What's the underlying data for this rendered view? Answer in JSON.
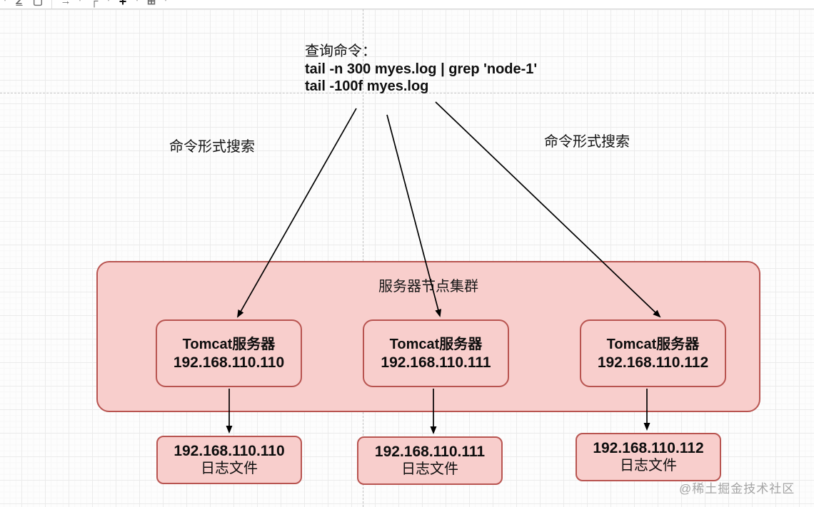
{
  "toolbar": {
    "caret_glyph": "▾",
    "icons": {
      "style_glyph": "Z",
      "shape_glyph": "▢",
      "arrow_glyph": "→",
      "connector_glyph": "┌",
      "add_glyph": "+",
      "table_glyph": "⊞"
    }
  },
  "query": {
    "title": "查询命令：",
    "commands": [
      "tail -n 300 myes.log | grep 'node-1'",
      "tail -100f myes.log"
    ]
  },
  "labels": {
    "left_search": "命令形式搜索",
    "right_search": "命令形式搜索"
  },
  "cluster": {
    "title": "服务器节点集群",
    "fill": "#f8cecc",
    "stroke": "#b85450",
    "servers": [
      {
        "name": "Tomcat服务器",
        "ip": "192.168.110.110"
      },
      {
        "name": "Tomcat服务器",
        "ip": "192.168.110.111"
      },
      {
        "name": "Tomcat服务器",
        "ip": "192.168.110.112"
      }
    ]
  },
  "log_files": [
    {
      "ip": "192.168.110.110",
      "label": "日志文件"
    },
    {
      "ip": "192.168.110.111",
      "label": "日志文件"
    },
    {
      "ip": "192.168.110.112",
      "label": "日志文件"
    }
  ],
  "watermark": "@稀土掘金技术社区"
}
